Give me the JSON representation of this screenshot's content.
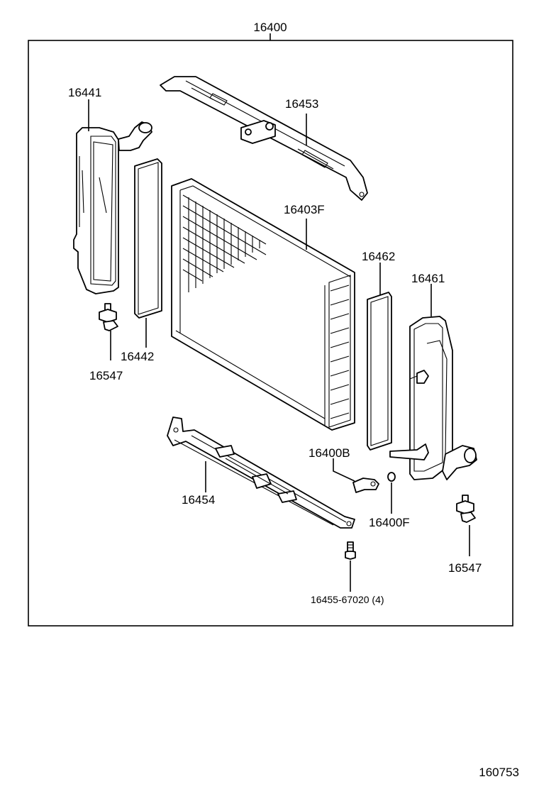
{
  "assembly_label": "16400",
  "diagram_id": "160753",
  "parts": {
    "upper_tank": "16441",
    "upper_gasket": "16442",
    "upper_support": "16453",
    "radiator_core": "16403F",
    "lower_gasket": "16462",
    "lower_tank": "16461",
    "drain_cock": "16400B",
    "drain_plug_oring": "16400F",
    "lower_support": "16454",
    "bolt": "16455-67020 (4)",
    "cushion_left": "16547",
    "cushion_right": "16547"
  }
}
